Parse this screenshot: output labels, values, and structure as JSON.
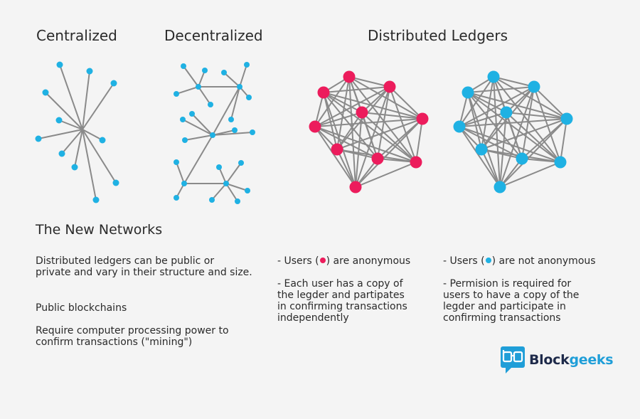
{
  "titles": {
    "centralized": "Centralized",
    "decentralized": "Decentralized",
    "distributed": "Distributed Ledgers"
  },
  "section": {
    "heading": "The New Networks",
    "intro_line1": "Distributed ledgers can be public or",
    "intro_line2": "private and vary in their structure and size.",
    "public_label": "Public blockchains",
    "public_desc_line1": "Require computer processing power to",
    "public_desc_line2": "confirm transactions (\"mining\")"
  },
  "public_col": {
    "users_prefix": "- Users (",
    "users_suffix": ") are anonymous",
    "copy_line1": "- Each user has a copy of",
    "copy_line2": "the legder and partipates",
    "copy_line3": "in confirming transactions",
    "copy_line4": "independently"
  },
  "private_col": {
    "users_prefix": "- Users (",
    "users_suffix": ")  are  not anonymous",
    "perm_line1": "- Permision is required for",
    "perm_line2": "users to have a copy of the",
    "perm_line3": "legder and participate in",
    "perm_line4": "confirming transactions"
  },
  "logo": {
    "icon": "blockgeeks-logo-icon",
    "text_part1": "Block",
    "text_part2": "geeks"
  },
  "colors": {
    "line": "#8a8a8a",
    "cyan": "#1fb1e3",
    "pink": "#ec1c5c",
    "logo_dark": "#1e2a4a",
    "logo_blue": "#1f9ed8"
  }
}
